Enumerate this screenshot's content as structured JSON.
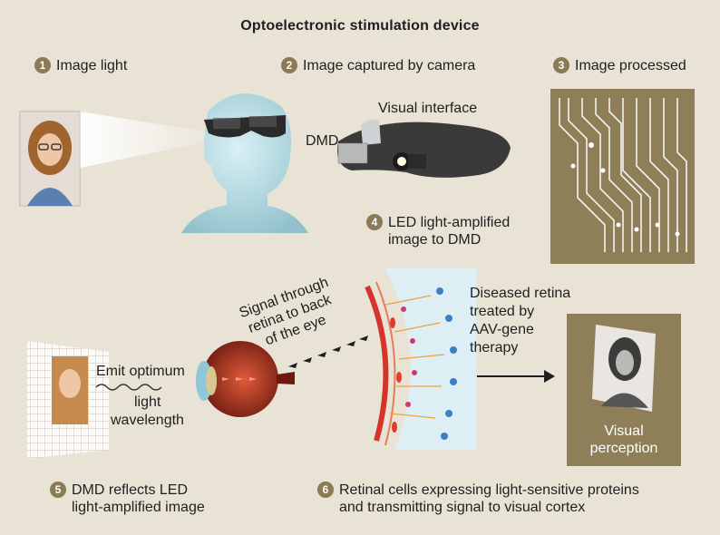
{
  "title": "Optoelectronic stimulation device",
  "steps": [
    {
      "num": "1",
      "text": "Image light"
    },
    {
      "num": "2",
      "text": "Image captured by camera"
    },
    {
      "num": "3",
      "text": "Image processed"
    },
    {
      "num": "4",
      "line1": "LED light-amplified",
      "line2": "image to DMD"
    },
    {
      "num": "5",
      "line1": "DMD reflects LED",
      "line2": "light-amplified image"
    },
    {
      "num": "6",
      "line1": "Retinal cells expressing light-sensitive proteins",
      "line2": "and transmitting signal to visual cortex"
    }
  ],
  "labels": {
    "visual_interface": "Visual interface",
    "dmd": "DMD",
    "emit_line1": "Emit optimum",
    "emit_line2": "light",
    "emit_line3": "wavelength",
    "signal_line1": "Signal through",
    "signal_line2": "retina to back",
    "signal_line3": "of the eye",
    "diseased_line1": "Diseased retina",
    "diseased_line2": "treated by",
    "diseased_line3": "AAV-gene",
    "diseased_line4": "therapy",
    "perception_line1": "Visual",
    "perception_line2": "perception"
  },
  "colors": {
    "background": "#e9e3d6",
    "accent": "#8a7a55",
    "panel_light": "#fffdf6"
  }
}
